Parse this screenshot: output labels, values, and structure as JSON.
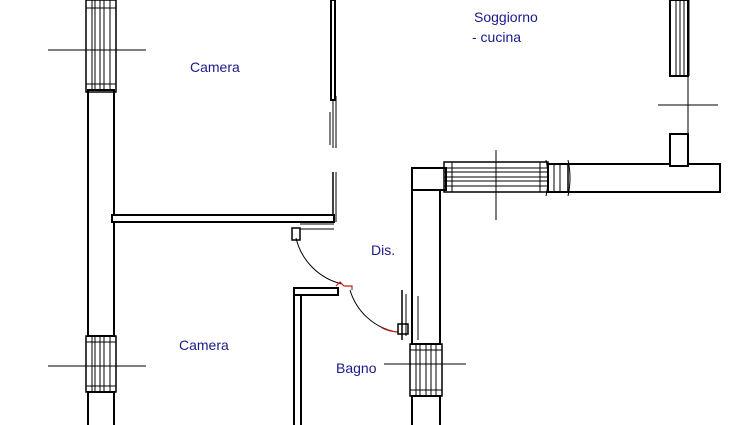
{
  "rooms": {
    "camera_top": "Camera",
    "soggiorno_line1": "Soggiorno",
    "soggiorno_line2": "- cucina",
    "disimpegno": "Dis.",
    "camera_bottom": "Camera",
    "bagno": "Bagno"
  },
  "colors": {
    "label": "#1a1a8c",
    "line": "#000000",
    "door_accent": "#c81e1e"
  }
}
